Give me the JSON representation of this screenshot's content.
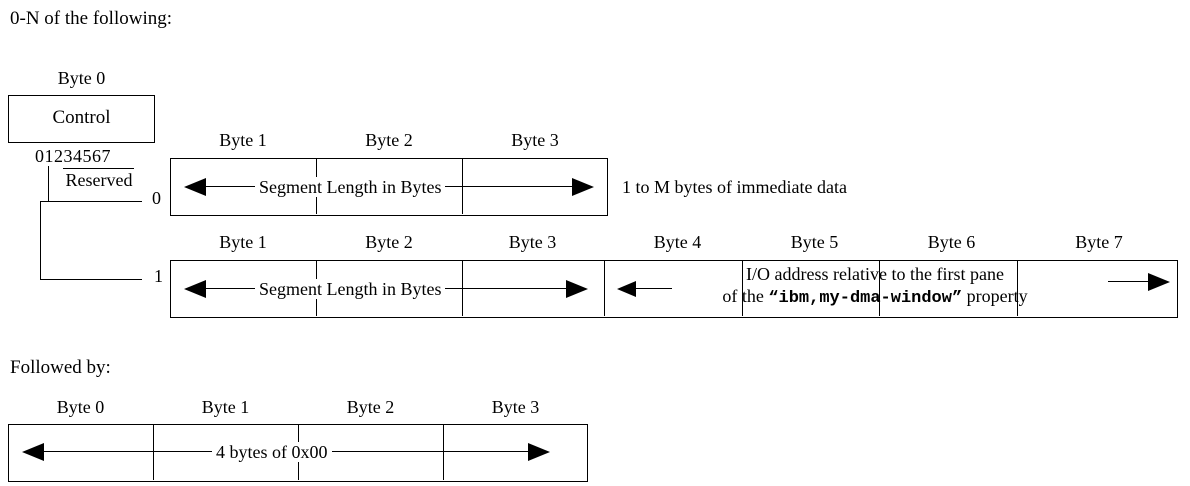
{
  "headings": {
    "top": "0-N of the following:",
    "followed_by": "Followed by:"
  },
  "control_block": {
    "byte_label": "Byte 0",
    "name": "Control",
    "bit_numbers": "01234567",
    "reserved_label": "Reserved",
    "branch_values": [
      "0",
      "1"
    ]
  },
  "immediate_row": {
    "index": "0",
    "byte_labels": [
      "Byte 1",
      "Byte 2",
      "Byte 3"
    ],
    "span_text": "Segment Length in Bytes",
    "note": "1 to M bytes of immediate data"
  },
  "address_row": {
    "index": "1",
    "byte_labels_left": [
      "Byte 1",
      "Byte 2",
      "Byte 3"
    ],
    "byte_labels_right": [
      "Byte 4",
      "Byte 5",
      "Byte 6",
      "Byte 7"
    ],
    "span_text": "Segment Length in Bytes",
    "io_line1": "I/O address relative to the first pane",
    "io_line2_pre": "of the ",
    "io_line2_prop": "“ibm,my-dma-window”",
    "io_line2_post": " property"
  },
  "trailer_row": {
    "byte_labels": [
      "Byte 0",
      "Byte 1",
      "Byte 2",
      "Byte 3"
    ],
    "span_text": "4 bytes of 0x00"
  },
  "colors": {
    "ink": "#000000",
    "paper": "#ffffff"
  }
}
